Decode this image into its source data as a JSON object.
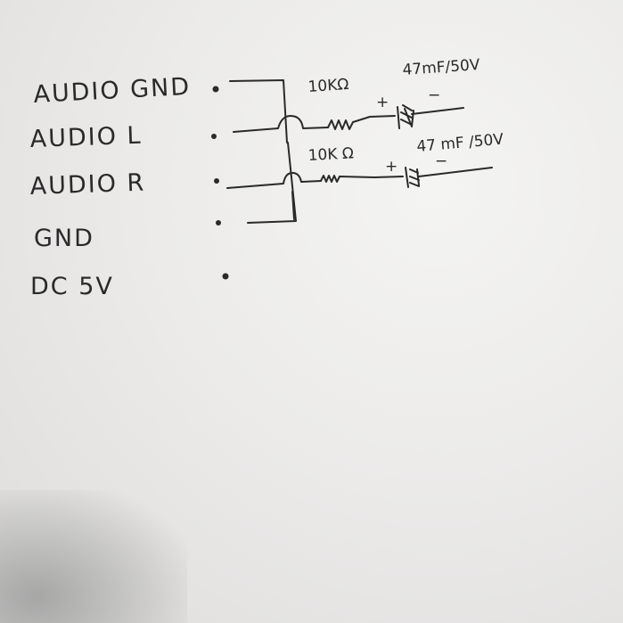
{
  "pins": [
    {
      "label": "AUDIO GND"
    },
    {
      "label": "AUDIO L"
    },
    {
      "label": "AUDIO R"
    },
    {
      "label": "GND"
    },
    {
      "label": "DC 5V"
    }
  ],
  "channels": [
    {
      "resistor": "10KΩ",
      "capacitor": "47mF/50V",
      "plus": "+",
      "minus": "−"
    },
    {
      "resistor": "10K Ω",
      "capacitor": "47 mF /50V",
      "plus": "+",
      "minus": "−"
    }
  ],
  "colors": {
    "ink": "#2a2a2a",
    "paper": "#ecebea"
  }
}
